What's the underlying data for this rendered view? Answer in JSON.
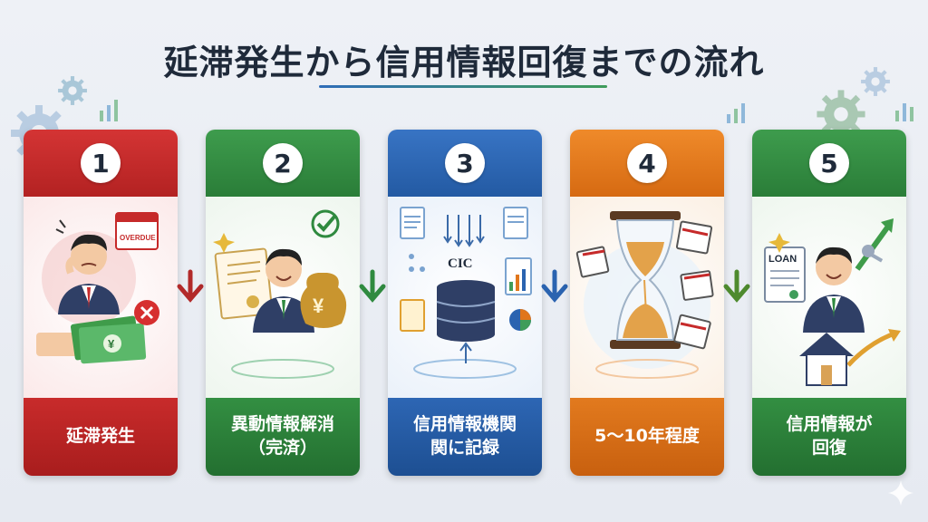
{
  "title": "延滞発生から信用情報回復までの流れ",
  "colors": {
    "red": "#c62a2a",
    "green": "#2f8a3f",
    "blue": "#2a63b0",
    "orange": "#e0761c",
    "green2": "#2f8a3f"
  },
  "steps": [
    {
      "number": "1",
      "lines": [
        "延滞発生"
      ],
      "illustration": "worried-businessman-overdue-calendar-money-icon",
      "badge": "OVERDUE"
    },
    {
      "number": "2",
      "lines": [
        "異動情報解消",
        "（完済）"
      ],
      "illustration": "smiling-businessman-certificate-yen-bag-icon"
    },
    {
      "number": "3",
      "lines": [
        "信用情報機関",
        "関に記録"
      ],
      "illustration": "cic-database-documents-icon",
      "badge": "CIC"
    },
    {
      "number": "4",
      "lines": [
        "5〜10年程度"
      ],
      "illustration": "hourglass-calendars-icon"
    },
    {
      "number": "5",
      "lines": [
        "信用情報が",
        "回復"
      ],
      "illustration": "businessman-loan-document-house-icon",
      "badge": "LOAN"
    }
  ]
}
